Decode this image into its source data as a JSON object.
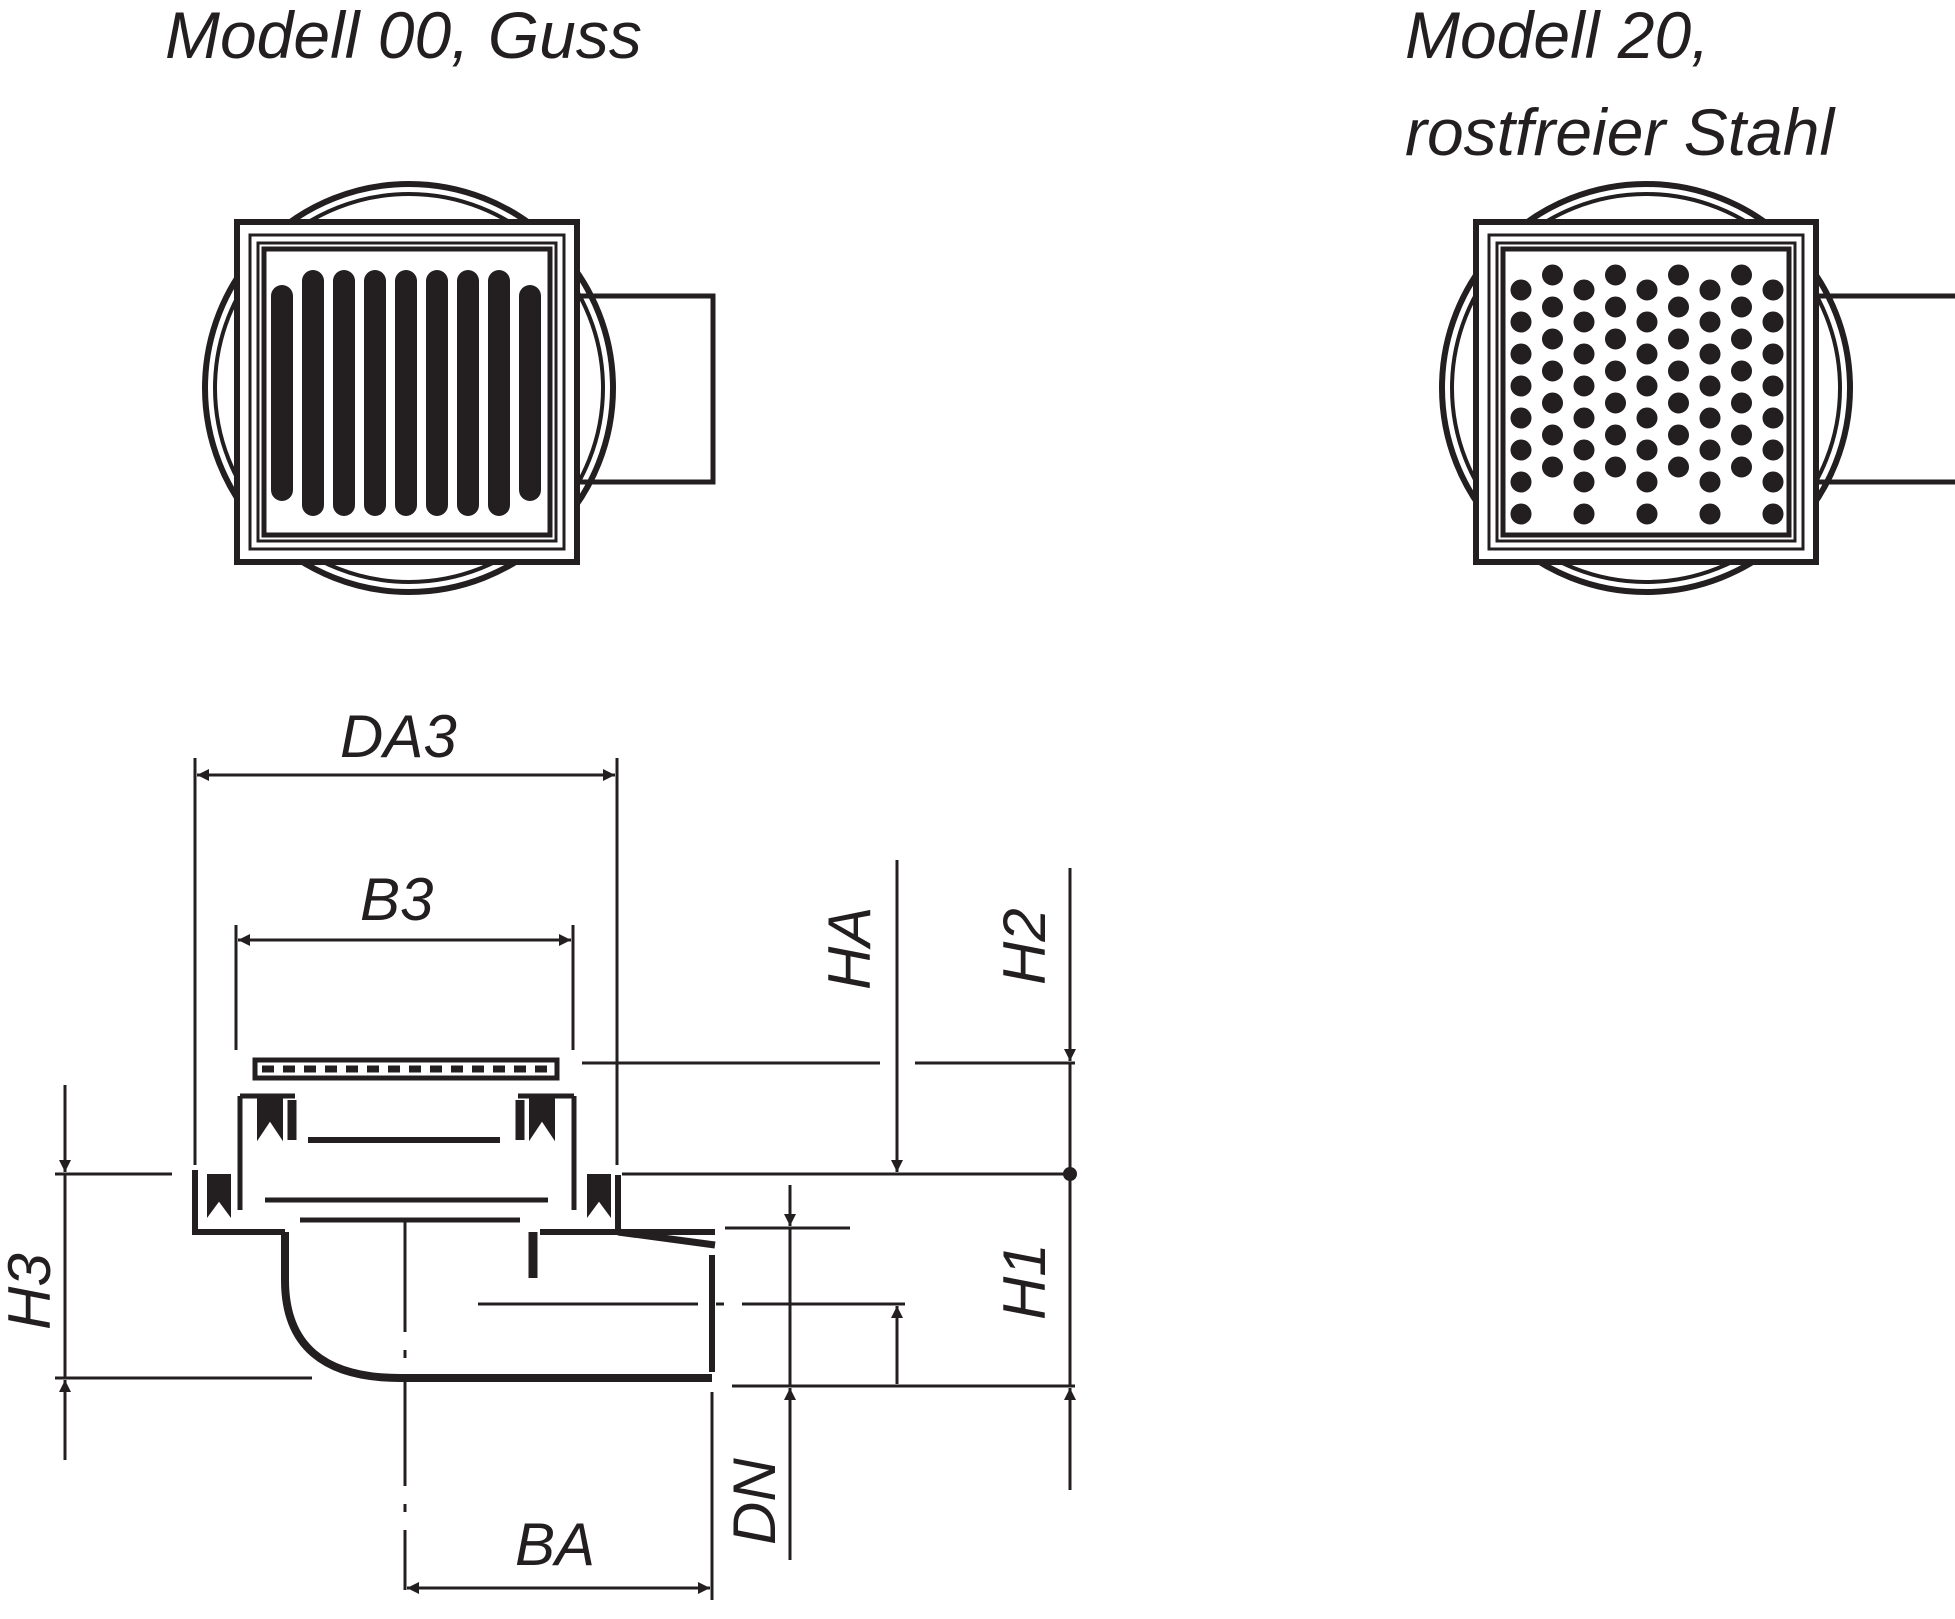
{
  "titles": {
    "model_00": "Modell 00, Guss",
    "model_20_line1": "Modell 20,",
    "model_20_line2": "rostfreier Stahl"
  },
  "dimensions": {
    "da3": "DA3",
    "b3": "B3",
    "ha": "HA",
    "h2": "H2",
    "h1": "H1",
    "h3": "H3",
    "dn": "DN",
    "ba": "BA"
  },
  "colors": {
    "ink": "#231f20",
    "background": "#ffffff"
  }
}
